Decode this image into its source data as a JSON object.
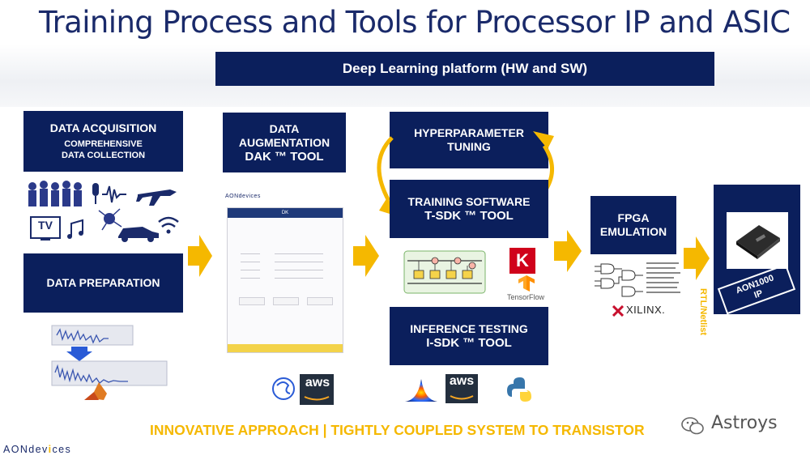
{
  "title": "Training Process and Tools for Processor IP and ASIC",
  "platform": "Deep Learning platform (HW and SW)",
  "boxes": {
    "data_acquisition": {
      "title": "DATA ACQUISITION",
      "subtitle_1": "COMPREHENSIVE",
      "subtitle_2": "DATA COLLECTION"
    },
    "data_preparation": "DATA PREPARATION",
    "data_augmentation": {
      "line1": "DATA",
      "line2": "AUGMENTATION",
      "line3": "DAK ™ TOOL"
    },
    "hyperparameter": {
      "line1": "HYPERPARAMETER",
      "line2": "TUNING"
    },
    "training_software": {
      "line1": "TRAINING SOFTWARE",
      "line2": "T-SDK ™ TOOL"
    },
    "inference_testing": {
      "line1": "INFERENCE TESTING",
      "line2": "I-SDK ™ TOOL"
    },
    "fpga": {
      "line1": "FPGA",
      "line2": "EMULATION"
    }
  },
  "labels": {
    "tv": "TV",
    "aondevices_small": "AONdevices",
    "app_header": "DK",
    "tensorflow": "TensorFlow",
    "keras": "K",
    "xilinx": "XILINX.",
    "rtl": "RTL/Netlist",
    "chip_label_1": "AON1000",
    "chip_label_2": "IP",
    "aws": "aws"
  },
  "footer": "INNOVATIVE APPROACH | TIGHTLY COUPLED SYSTEM TO TRANSISTOR",
  "logo": {
    "part1": "AONdev",
    "part2": "i",
    "part3": "ces"
  },
  "watermark": "Astroys",
  "colors": {
    "navy": "#0b1f5c",
    "accent": "#f5b800"
  }
}
